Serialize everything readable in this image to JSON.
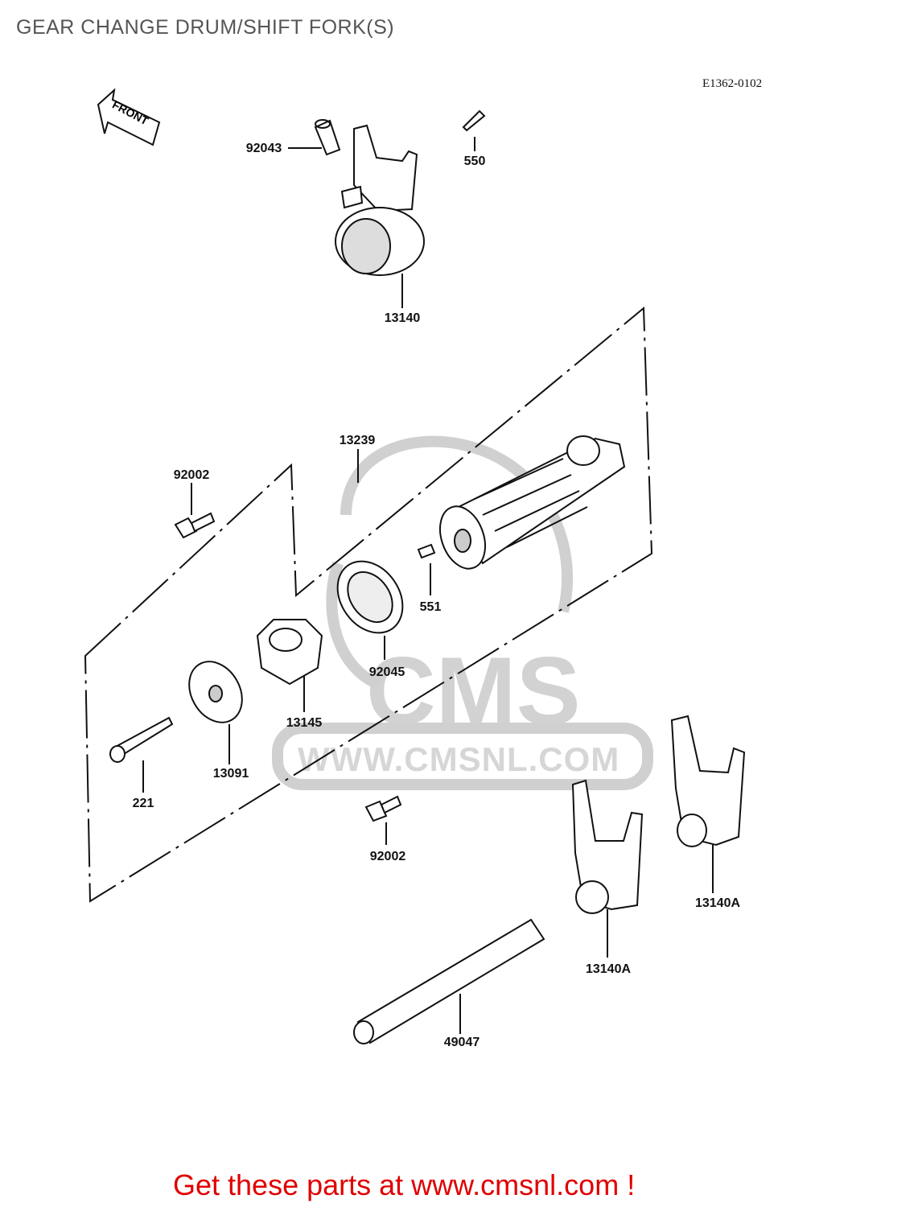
{
  "title": "GEAR CHANGE DRUM/SHIFT FORK(S)",
  "diagram_code": "E1362-0102",
  "front_arrow_label": "FRONT",
  "watermark": {
    "brand": "CMS",
    "url": "WWW.CMSNL.COM"
  },
  "parts": [
    {
      "number": "92043"
    },
    {
      "number": "550"
    },
    {
      "number": "13140"
    },
    {
      "number": "13239"
    },
    {
      "number": "92002"
    },
    {
      "number": "551"
    },
    {
      "number": "92045"
    },
    {
      "number": "13145"
    },
    {
      "number": "13091"
    },
    {
      "number": "221"
    },
    {
      "number": "92002"
    },
    {
      "number": "13140A"
    },
    {
      "number": "13140A"
    },
    {
      "number": "49047"
    }
  ],
  "footer": {
    "text": "Get these parts at www.cmsnl.com !"
  },
  "colors": {
    "footer": "#e00000",
    "title": "#555555",
    "watermark": "#d2d2d2"
  }
}
